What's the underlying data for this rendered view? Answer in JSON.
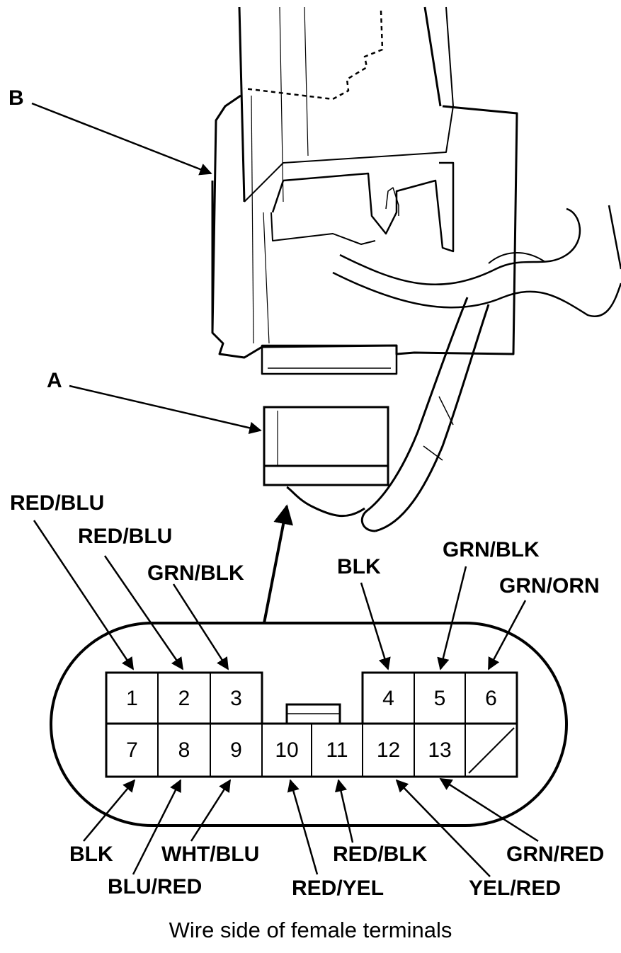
{
  "callouts": {
    "a": "A",
    "b": "B"
  },
  "pins": {
    "p1": "1",
    "p2": "2",
    "p3": "3",
    "p4": "4",
    "p5": "5",
    "p6": "6",
    "p7": "7",
    "p8": "8",
    "p9": "9",
    "p10": "10",
    "p11": "11",
    "p12": "12",
    "p13": "13"
  },
  "wires": {
    "w1": "RED/BLU",
    "w2": "RED/BLU",
    "w3": "GRN/BLK",
    "w4": "BLK",
    "w5": "GRN/BLK",
    "w6": "GRN/ORN",
    "w7": "BLK",
    "w8": "BLU/RED",
    "w9": "WHT/BLU",
    "w10": "RED/YEL",
    "w11": "RED/BLK",
    "w12": "YEL/RED",
    "w13": "GRN/RED"
  },
  "caption": "Wire side of female terminals"
}
